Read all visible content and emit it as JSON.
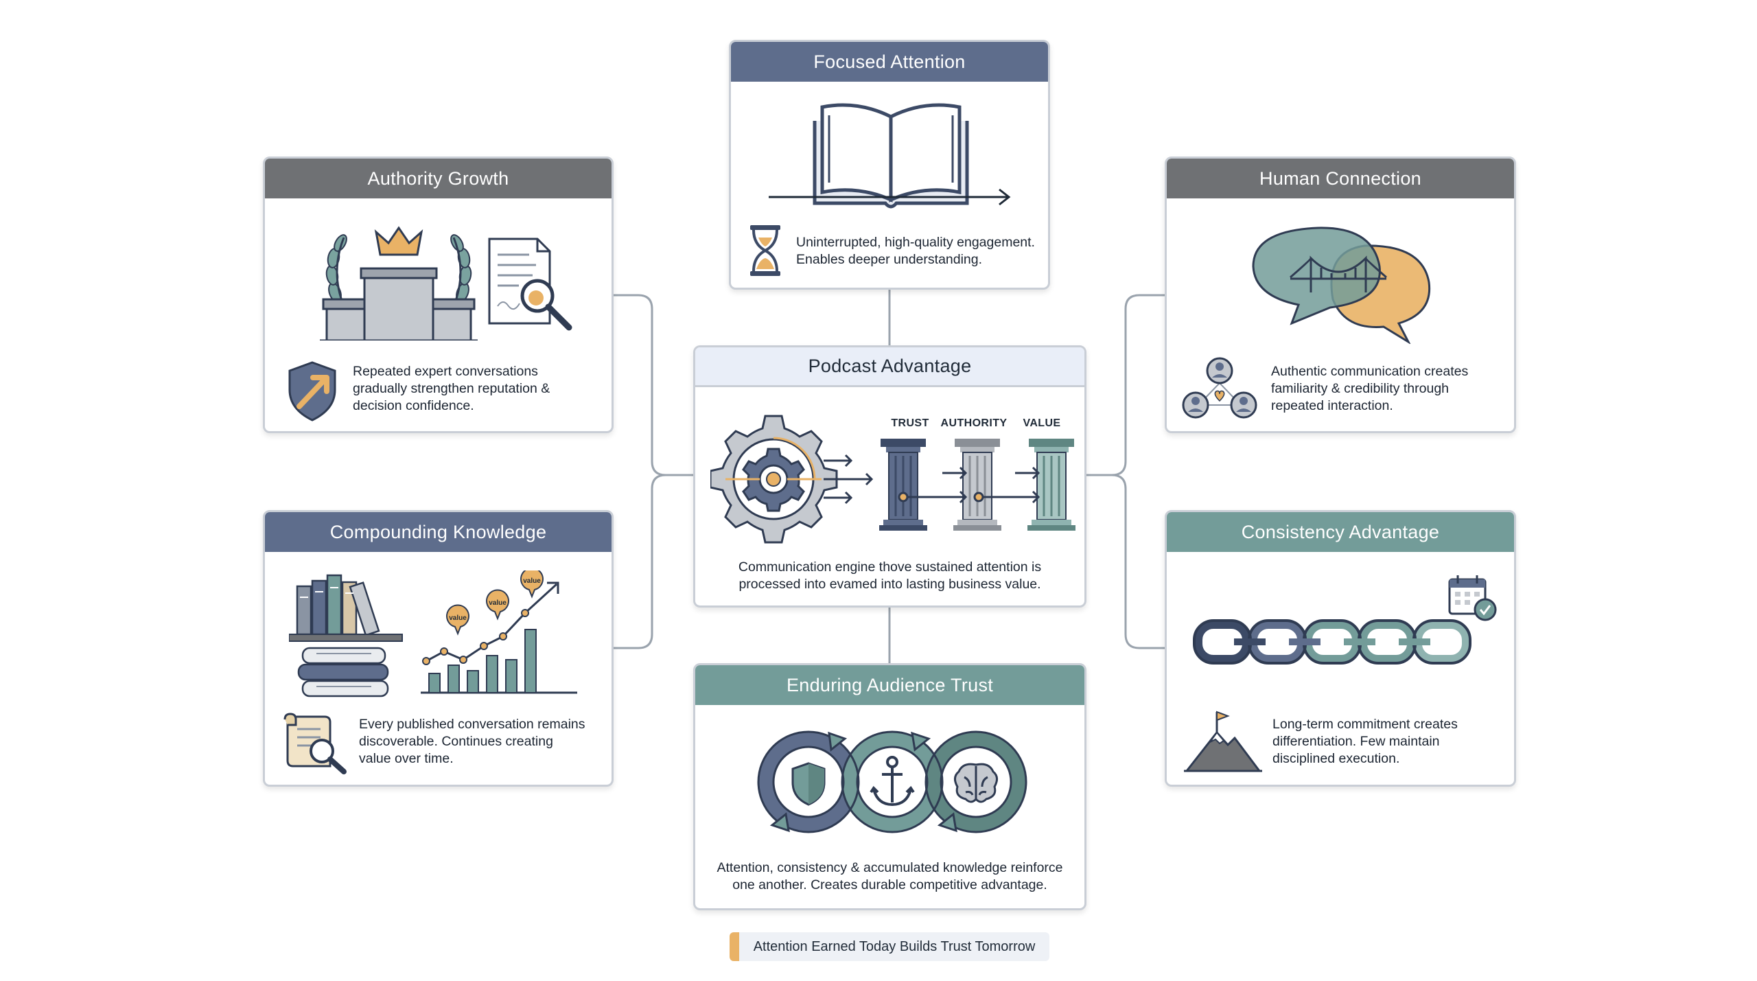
{
  "center": {
    "title": "Podcast Advantage",
    "pillars": [
      "TRUST",
      "AUTHORITY",
      "VALUE"
    ],
    "description_line1": "Communication engine thove sustained attention is",
    "description_line2": "processed into evamed into lasting business value."
  },
  "focused_attention": {
    "title": "Focused Attention",
    "description_line1": "Uninterrupted, high-quality engagement.",
    "description_line2": "Enables deeper understanding."
  },
  "authority_growth": {
    "title": "Authority Growth",
    "description_line1": "Repeated expert conversations",
    "description_line2": "gradually strengthen reputation &",
    "description_line3": "decision confidence."
  },
  "human_connection": {
    "title": "Human Connection",
    "description_line1": "Authentic communication creates",
    "description_line2": "familiarity & credibility through",
    "description_line3": "repeated interaction."
  },
  "compounding_knowledge": {
    "title": "Compounding Knowledge",
    "value_label": "value",
    "description_line1": "Every published conversation remains",
    "description_line2": "discoverable. Continues creating",
    "description_line3": "value over time."
  },
  "consistency_advantage": {
    "title": "Consistency Advantage",
    "description_line1": "Long-term commitment creates",
    "description_line2": "differentiation. Few maintain",
    "description_line3": "disciplined execution."
  },
  "enduring_trust": {
    "title": "Enduring Audience Trust",
    "description_line1": "Attention, consistency & accumulated knowledge reinforce",
    "description_line2": "one another. Creates durable competitive advantage."
  },
  "footer": {
    "banner_text": "Attention Earned Today Builds Trust Tomorrow"
  },
  "colors": {
    "navy": "#5e6d8c",
    "gray": "#6f7174",
    "teal": "#739c99",
    "accent_gold": "#e9b266",
    "connector": "#9aa3ad"
  },
  "icons": [
    "open-book-icon",
    "hourglass-icon",
    "laurel-icon",
    "crown-icon",
    "podium-icon",
    "certificate-icon",
    "magnifier-icon",
    "shield-arrow-icon",
    "speech-bubbles-icon",
    "bridge-icon",
    "people-network-icon",
    "gear-icon",
    "pillar-icon",
    "books-icon",
    "growth-chart-icon",
    "scroll-icon",
    "chain-icon",
    "calendar-check-icon",
    "mountain-flag-icon",
    "cycle-arrows-icon",
    "anchor-icon",
    "brain-icon"
  ]
}
